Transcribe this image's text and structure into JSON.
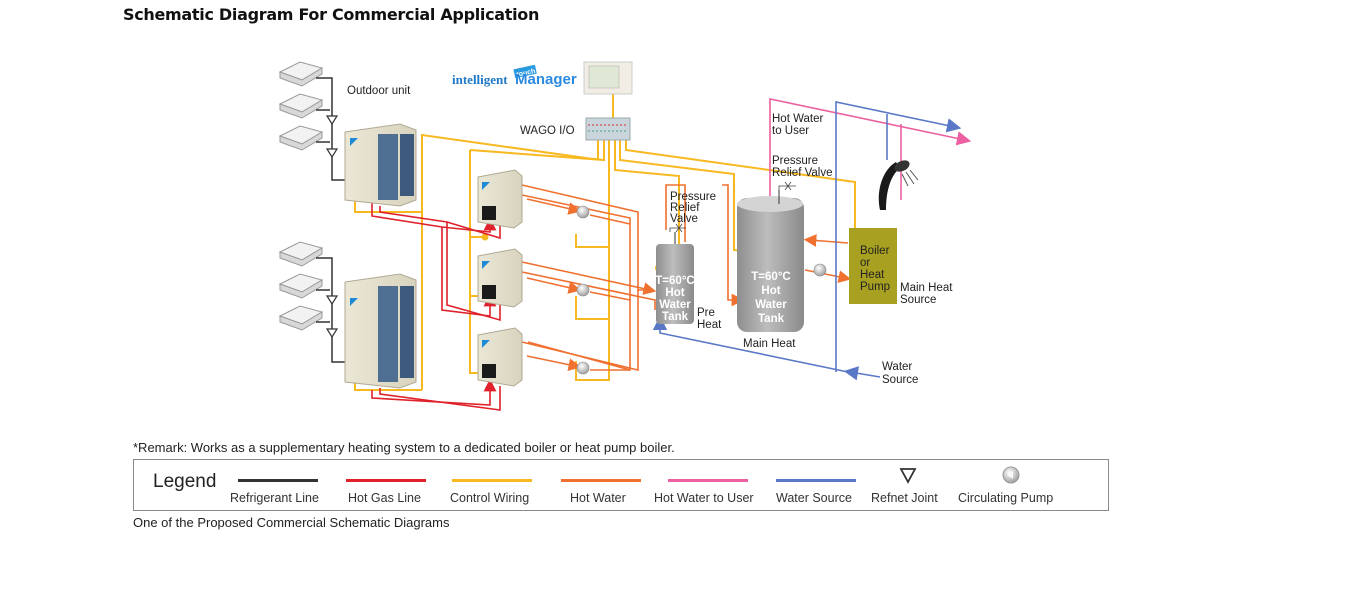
{
  "page": {
    "title": "Schematic Diagram For Commercial Application"
  },
  "diagram": {
    "controller_brand": {
      "prefix": "intelligent",
      "badge": "touch",
      "suffix": "Manager"
    },
    "labels": {
      "outdoor_unit": "Outdoor unit",
      "wago": "WAGO I/O",
      "hot_water_to_user_1": "Hot Water",
      "hot_water_to_user_2": "to User",
      "prv_main_1": "Pressure",
      "prv_main_2": "Relief Valve",
      "prv_pre_1": "Pressure",
      "prv_pre_2": "Relief",
      "prv_pre_3": "Valve",
      "pre_tank_1": "T=60°C",
      "pre_tank_2": "Hot",
      "pre_tank_3": "Water",
      "pre_tank_4": "Tank",
      "pre_heat_1": "Pre",
      "pre_heat_2": "Heat",
      "main_tank_1": "T=60°C",
      "main_tank_2": "Hot",
      "main_tank_3": "Water",
      "main_tank_4": "Tank",
      "main_heat": "Main Heat",
      "boiler_1": "Boiler",
      "boiler_2": "or",
      "boiler_3": "Heat",
      "boiler_4": "Pump",
      "main_heat_source_1": "Main Heat",
      "main_heat_source_2": "Source",
      "water_source_1": "Water",
      "water_source_2": "Source"
    },
    "colors": {
      "refrigerant": "#333333",
      "hot_gas": "#e0202a",
      "control": "#f8b820",
      "hot_water": "#f07030",
      "hot_water_user": "#ec5fa0",
      "water_source": "#5a78c8",
      "boiler": "#a8a020",
      "tank": "#a8a8a8"
    }
  },
  "remark": "*Remark: Works as a supplementary heating system to a dedicated boiler or heat pump boiler.",
  "legend": {
    "title": "Legend",
    "items": [
      {
        "label": "Refrigerant Line",
        "type": "line",
        "color": "#333333"
      },
      {
        "label": "Hot Gas Line",
        "type": "line",
        "color": "#e0202a"
      },
      {
        "label": "Control Wiring",
        "type": "line",
        "color": "#f8b820"
      },
      {
        "label": "Hot Water",
        "type": "line",
        "color": "#f07030"
      },
      {
        "label": "Hot Water to User",
        "type": "line",
        "color": "#ec5fa0"
      },
      {
        "label": "Water Source",
        "type": "line",
        "color": "#5a78c8"
      },
      {
        "label": "Refnet Joint",
        "type": "triangle-icon"
      },
      {
        "label": "Circulating Pump",
        "type": "pump-icon"
      }
    ]
  },
  "caption": "One of the Proposed Commercial Schematic Diagrams"
}
